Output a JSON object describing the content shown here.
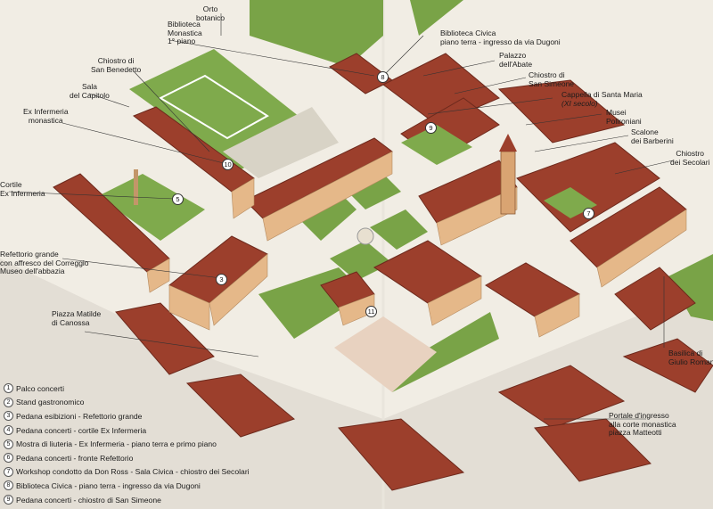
{
  "labels": {
    "orto": [
      "Orto",
      "botanico"
    ],
    "biblioteca_monastica": [
      "Biblioteca",
      "Monastica",
      "1° piano"
    ],
    "biblioteca_civica": [
      "Biblioteca Civica",
      "piano terra - ingresso da via Dugoni"
    ],
    "chiostro_benedetto": [
      "Chiostro di",
      "San Benedetto"
    ],
    "sala_capitolo": [
      "Sala",
      "del Capitolo"
    ],
    "ex_infermeria": [
      "Ex Infermeria",
      "monastica"
    ],
    "cortile": [
      "Cortile",
      "Ex Infermeria"
    ],
    "refettorio": [
      "Refettorio grande",
      "con affresco del Correggio",
      "Museo dell'abbazia"
    ],
    "piazza_matilde": [
      "Piazza Matilde",
      "di Canossa"
    ],
    "palazzo_abate": [
      "Palazzo",
      "dell'Abate"
    ],
    "chiostro_simeone": [
      "Chiostro di",
      "San Simeone"
    ],
    "cappella": [
      "Cappella di Santa Maria",
      "(XI secolo)"
    ],
    "musei": [
      "Musei",
      "Polironiani"
    ],
    "scalone": [
      "Scalone",
      "dei Barberini"
    ],
    "chiostro_secolari": [
      "Chiostro",
      "dei Secolari"
    ],
    "basilica": [
      "Basilica di",
      "Giulio Romano"
    ],
    "portale": [
      "Portale d'ingresso",
      "alla corte monastica",
      "piazza Matteotti"
    ]
  },
  "markers": [
    "3",
    "5",
    "7",
    "8",
    "9",
    "10",
    "11"
  ],
  "legend": [
    {
      "num": "1",
      "text": "Palco concerti"
    },
    {
      "num": "2",
      "text": "Stand gastronomico"
    },
    {
      "num": "3",
      "text": "Pedana esibizioni -  Refettorio grande"
    },
    {
      "num": "4",
      "text": "Pedana concerti - cortile Ex Infermeria"
    },
    {
      "num": "5",
      "text": "Mostra di liuteria - Ex Infermeria - piano terra e primo piano"
    },
    {
      "num": "6",
      "text": "Pedana concerti - fronte Refettorio"
    },
    {
      "num": "7",
      "text": "Workshop condotto da Don Ross - Sala Civica - chiostro dei Secolari"
    },
    {
      "num": "8",
      "text": "Biblioteca Civica - piano terra - ingresso da via Dugoni"
    },
    {
      "num": "9",
      "text": "Pedana concerti - chiostro di San Simeone"
    }
  ],
  "colors": {
    "roof": "#9c3f2c",
    "roof_dark": "#6e2a1d",
    "wall": "#e6b98a",
    "grass": "#7aa548",
    "ground": "#f1ede4",
    "pavement": "#e4d4c4",
    "street": "#d9d4cb"
  }
}
